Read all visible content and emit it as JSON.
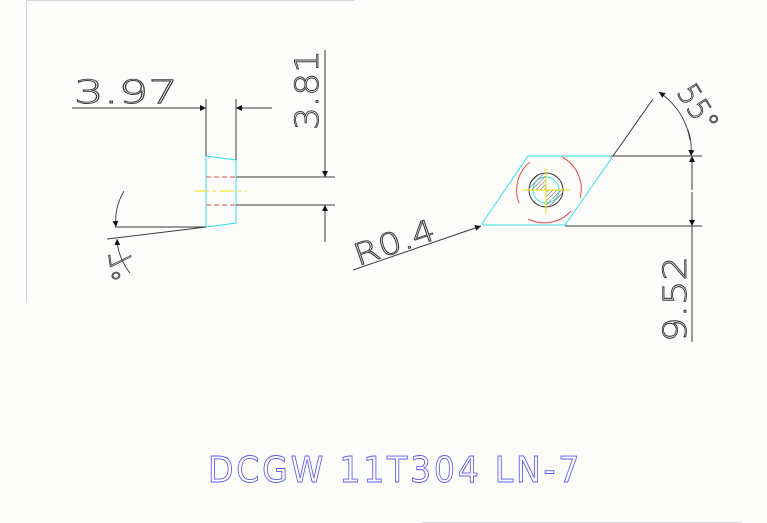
{
  "drawing": {
    "title": "DCGW 11T304 LN-7",
    "dimensions": {
      "thickness": "3.97",
      "hole_height": "3.81",
      "clearance_angle": "7°",
      "corner_radius": "R0.4",
      "included_angle": "55°",
      "inscribed_circle": "9.52"
    },
    "colors": {
      "background": "#fcfdfb",
      "dimension_lines": "#3a3a3a",
      "insert_outline": "#33e0e8",
      "hidden_lines": "#e84a4a",
      "center_lines": "#f0e000",
      "title_text": "#5a5aee"
    }
  }
}
